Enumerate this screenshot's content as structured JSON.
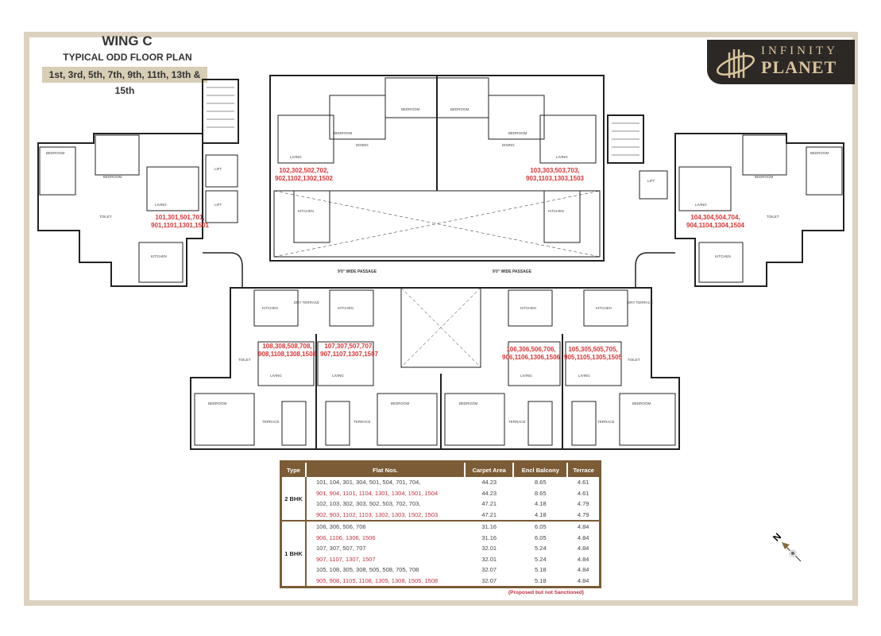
{
  "header": {
    "wing": "WING C",
    "plan_title": "TYPICAL ODD FLOOR PLAN",
    "floors": "1st, 3rd, 5th, 7th, 9th, 11th, 13th & 15th"
  },
  "logo": {
    "line1": "INFINITY",
    "line2": "PLANET",
    "bg": "#2c2825",
    "fg": "#d8c49a"
  },
  "rooms": {
    "bedroom": "BEDROOM",
    "living": "LIVING",
    "dining": "DINING",
    "kitchen": "KITCHEN",
    "toilet": "TOILET",
    "terrace": "TERRACE",
    "dry_terrace": "DRY TERRACE",
    "lift": "LIFT"
  },
  "passage": "9'0\" WIDE PASSAGE",
  "units": {
    "u101": [
      "101,301,501,701,",
      "901,1101,1301,1501"
    ],
    "u102": [
      "102,302,502,702,",
      "902,1102,1302,1502"
    ],
    "u103": [
      "103,303,503,703,",
      "903,1103,1303,1503"
    ],
    "u104": [
      "104,304,504,704,",
      "904,1104,1304,1504"
    ],
    "u108": [
      "108,308,508,708,",
      "908,1108,1308,1508"
    ],
    "u107": [
      "107,307,507,707,",
      "907,1107,1307,1507"
    ],
    "u106": [
      "106,306,506,706,",
      "906,1106,1306,1506"
    ],
    "u105": [
      "105,305,505,705,",
      "905,1105,1305,1505"
    ]
  },
  "table": {
    "headers": [
      "Type",
      "Flat Nos.",
      "Carpet Area",
      "Encl Balcony",
      "Terrace"
    ],
    "groups": [
      {
        "type": "2 BHK",
        "rows": [
          {
            "flats": "101, 104, 301, 304, 501, 504, 701, 704,",
            "carpet": "44.23",
            "balcony": "8.65",
            "terrace": "4.61",
            "proposed": false
          },
          {
            "flats": "901, 904, 1101, 1104, 1301, 1304, 1501, 1504",
            "carpet": "44.23",
            "balcony": "8.65",
            "terrace": "4.61",
            "proposed": true
          },
          {
            "flats": "102, 103, 302, 303, 502, 503, 702, 703,",
            "carpet": "47.21",
            "balcony": "4.18",
            "terrace": "4.79",
            "proposed": false
          },
          {
            "flats": "902, 903, 1102, 1103, 1302, 1303, 1502, 1503",
            "carpet": "47.21",
            "balcony": "4.18",
            "terrace": "4.79",
            "proposed": true
          }
        ]
      },
      {
        "type": "1 BHK",
        "rows": [
          {
            "flats": "106, 306, 506, 706",
            "carpet": "31.16",
            "balcony": "6.05",
            "terrace": "4.84",
            "proposed": false
          },
          {
            "flats": "906, 1106, 1306, 1506",
            "carpet": "31.16",
            "balcony": "6.05",
            "terrace": "4.84",
            "proposed": true
          },
          {
            "flats": "107, 307, 507, 707",
            "carpet": "32.01",
            "balcony": "5.24",
            "terrace": "4.84",
            "proposed": false
          },
          {
            "flats": "907, 1107, 1307, 1507",
            "carpet": "32.01",
            "balcony": "5.24",
            "terrace": "4.84",
            "proposed": true
          },
          {
            "flats": "105, 108, 305, 308, 505, 508, 705, 708",
            "carpet": "32.07",
            "balcony": "5.18",
            "terrace": "4.84",
            "proposed": false
          },
          {
            "flats": "905, 908, 1105, 1108, 1305, 1308, 1505, 1508",
            "carpet": "32.07",
            "balcony": "5.18",
            "terrace": "4.84",
            "proposed": true
          }
        ]
      }
    ],
    "note": "(Proposed but not Sanctioned)",
    "header_color": "#7b5c36",
    "proposed_color": "#c2313e"
  },
  "compass": {
    "label": "N",
    "icon": "north-arrow-icon"
  }
}
